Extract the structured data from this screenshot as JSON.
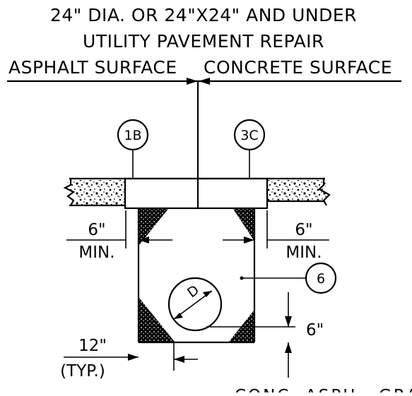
{
  "title": {
    "line1": "24\" DIA. OR 24\"X24\" AND UNDER",
    "line2": "UTILITY PAVEMENT REPAIR"
  },
  "surfaces": {
    "left": "ASPHALT SURFACE",
    "right": "CONCRETE SURFACE"
  },
  "callouts": {
    "asphalt_patch": "1B",
    "concrete_patch": "3C",
    "backfill": "6",
    "pipe_diameter": "D"
  },
  "dimensions": {
    "left_min_value": "6\"",
    "left_min_unit": "MIN.",
    "right_min_value": "6\"",
    "right_min_unit": "MIN.",
    "bedding_value": "6\"",
    "trench_width_value": "12\"",
    "trench_width_note": "(TYP.)"
  },
  "footer_note": "CONC. ASPH., GRAV"
}
